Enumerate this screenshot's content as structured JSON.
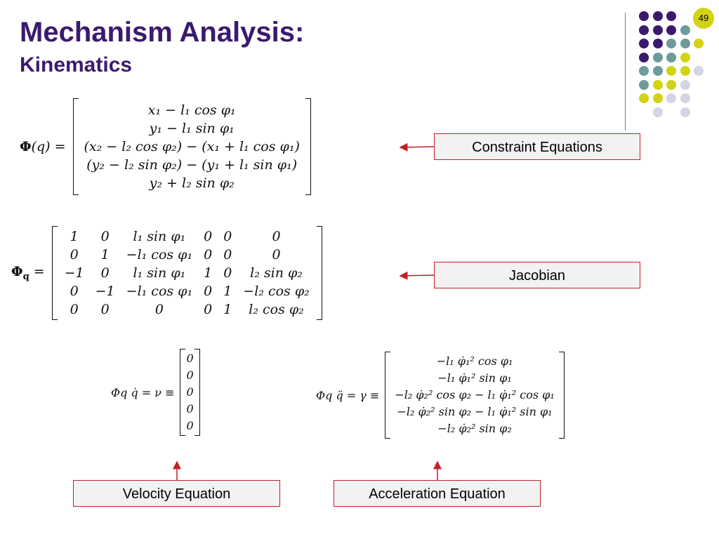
{
  "slide": {
    "title": "Mechanism Analysis:",
    "subtitle": "Kinematics",
    "page_number": "49",
    "colors": {
      "title": "#3b1a6e",
      "purple": "#3b1a6e",
      "teal": "#6e9a9a",
      "yellow": "#d3d315",
      "lavender": "#d4d4e6",
      "label_border": "#c0202a",
      "label_fill": "#f2f2f2"
    }
  },
  "labels": {
    "constraint": "Constraint Equations",
    "jacobian": "Jacobian",
    "velocity": "Velocity Equation",
    "acceleration": "Acceleration Equation"
  },
  "constraint": {
    "lhs_sym": "Φ",
    "lhs_arg": "(q) =",
    "rows": [
      "x₁ − l₁ cos φ₁",
      "y₁ − l₁ sin φ₁",
      "(x₂ − l₂ cos φ₂) − (x₁ + l₁ cos φ₁)",
      "(y₂ − l₂ sin φ₂) − (y₁ + l₁ sin φ₁)",
      "y₂ + l₂ sin φ₂"
    ]
  },
  "jacobian": {
    "lhs_sym": "Φ",
    "lhs_sub": "q",
    "lhs_eq": "=",
    "rows": [
      [
        "1",
        "0",
        "l₁ sin φ₁",
        "0",
        "0",
        "0"
      ],
      [
        "0",
        "1",
        "−l₁ cos φ₁",
        "0",
        "0",
        "0"
      ],
      [
        "−1",
        "0",
        "l₁ sin φ₁",
        "1",
        "0",
        "l₂ sin φ₂"
      ],
      [
        "0",
        "−1",
        "−l₁ cos φ₁",
        "0",
        "1",
        "−l₂ cos φ₂"
      ],
      [
        "0",
        "0",
        "0",
        "0",
        "1",
        "l₂ cos φ₂"
      ]
    ]
  },
  "velocity": {
    "lhs": "Φq q̇ = ν ≡",
    "rows": [
      "0",
      "0",
      "0",
      "0",
      "0"
    ]
  },
  "acceleration": {
    "lhs": "Φq q̈ = γ ≡",
    "rows": [
      "−l₁ φ̇₁² cos φ₁",
      "−l₁ φ̇₁² sin φ₁",
      "−l₂ φ̇₂² cos φ₂ − l₁ φ̇₁² cos φ₁",
      "−l₂ φ̇₂² sin φ₂ − l₁ φ̇₁² sin φ₁",
      "−l₂ φ̇₂² sin φ₂"
    ]
  }
}
